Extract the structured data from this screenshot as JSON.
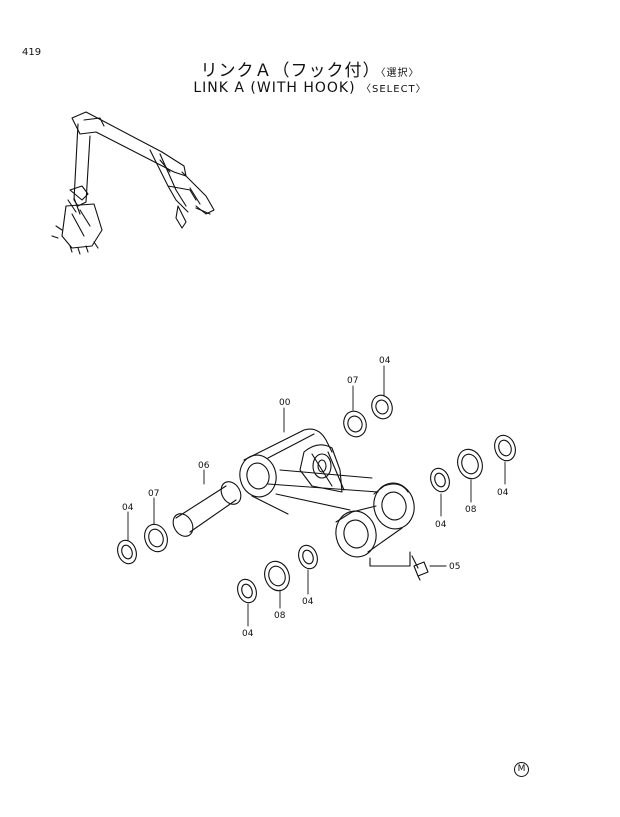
{
  "page": {
    "number": "419"
  },
  "title": {
    "jp": "リンクＡ（フック付）",
    "jp_note": "〈選択〉",
    "en": "LINK A (WITH HOOK)",
    "en_note": "〈SELECT〉"
  },
  "callouts": {
    "c00": "00",
    "c04a": "04",
    "c07a": "07",
    "c04b": "04",
    "c08a": "08",
    "c04c": "04",
    "c06": "06",
    "c04d": "04",
    "c07b": "07",
    "c04e": "04",
    "c08b": "08",
    "c04f": "04",
    "c05": "05"
  },
  "mark": "M"
}
